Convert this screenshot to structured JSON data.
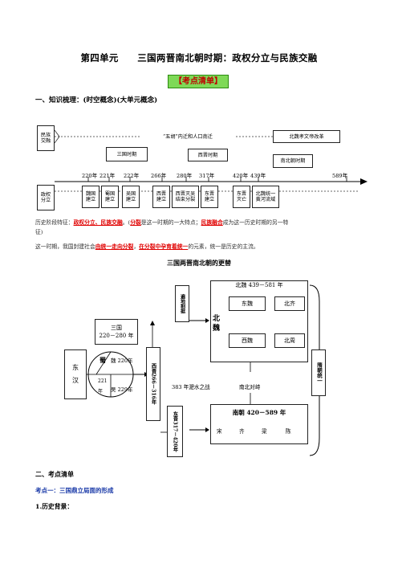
{
  "title": "第四单元　　三国两晋南北朝时期：政权分立与民族交融",
  "badge": "【考点清单】",
  "section1": "一、知识梳理：(时空概念)(大单元概念)",
  "timeline": {
    "row1_label": [
      "民族",
      "交融"
    ],
    "row3_label": [
      "政权",
      "分立"
    ],
    "migration": "“五胡”内迁和人口南迁",
    "reform": "北魏孝文帝改革",
    "three_kingdoms": "三国时期",
    "western_jin": "西晋时期",
    "southern_northern": "南北朝时期",
    "years": [
      "220年",
      "221年",
      "222年",
      "266年",
      "280年",
      "317年",
      "420年",
      "439年",
      "589年"
    ],
    "events": [
      [
        "魏国",
        "建立"
      ],
      [
        "蜀国",
        "建立"
      ],
      [
        "吴国",
        "建立"
      ],
      [
        "西晋",
        "建立"
      ],
      [
        "西晋灭吴",
        "结束分裂"
      ],
      [
        "东晋",
        "建立"
      ],
      [
        "东晋",
        "灭亡"
      ],
      [
        "北魏统一",
        "黄河流域"
      ]
    ]
  },
  "para1": {
    "prefix": "历史阶段特征：",
    "feature": "政权分立、民族交融",
    "mid1": "。(",
    "split": "分裂",
    "mid2": "是这一时期的一大特点；",
    "fusion": "民族融合",
    "suffix": "成为这一历史时期的另一特",
    "line2": "征)"
  },
  "para2": {
    "prefix": "这一时期，我国封建社会",
    "part1": "由统一走向分裂",
    "comma": "，",
    "part2": "在分裂中孕育着统一",
    "suffix": "的元素，统一是历史的主流。"
  },
  "diagram": {
    "title": "三国两晋南北朝的更替",
    "donghan": [
      "东",
      "汉"
    ],
    "sanguo": [
      "三国",
      "220－280 年"
    ],
    "shu": "蜀",
    "wei": "魏 220年",
    "shu_year": "221",
    "nian": "年",
    "wu": "吴 229年",
    "xijin": "西晋266－316年",
    "zhaoye": "遍地割据",
    "beiwei_head": "北魏 439－581 年",
    "beiwei": [
      "北",
      "魏"
    ],
    "dongwei": "东魏",
    "beiqi": "北齐",
    "xiwei": "西魏",
    "beizhou": "北周",
    "feishui": "383 年淝水之战",
    "nanbei": "南北对峙",
    "dongjin": "东晋317－420年",
    "nanchao_head": "南朝 420－589 年",
    "nanchao": [
      "宋",
      "齐",
      "梁",
      "陈"
    ],
    "suitong": "隋朝统一"
  },
  "section2": "二、考点清单",
  "kaodian1": "考点一：三国鼎立局面的形成",
  "background": "1.历史背景："
}
